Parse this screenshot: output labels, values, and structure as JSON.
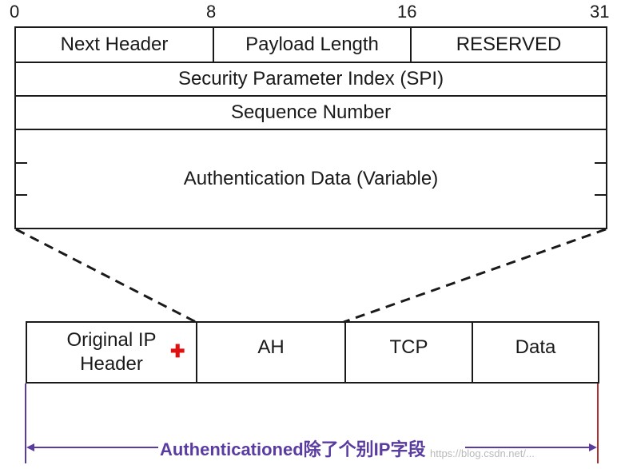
{
  "bit_labels": {
    "b0": "0",
    "b8": "8",
    "b16": "16",
    "b31": "31"
  },
  "header_rows": {
    "next_header": "Next Header",
    "payload_length": "Payload Length",
    "reserved": "RESERVED",
    "spi": "Security Parameter Index (SPI)",
    "sequence_number": "Sequence Number",
    "auth_data": "Authentication Data (Variable)"
  },
  "packet": {
    "original_ip_header_line1": "Original IP",
    "original_ip_header_line2": "Header",
    "ah": "AH",
    "tcp": "TCP",
    "data": "Data"
  },
  "marker_symbol": "✚",
  "footer_label": "Authenticationed除了个别IP字段",
  "watermark": "https://blog.csdn.net/...",
  "colors": {
    "line": "#1a1a1a",
    "accent": "#5a3ba0",
    "end_line": "#b03030",
    "marker": "#e01010"
  }
}
